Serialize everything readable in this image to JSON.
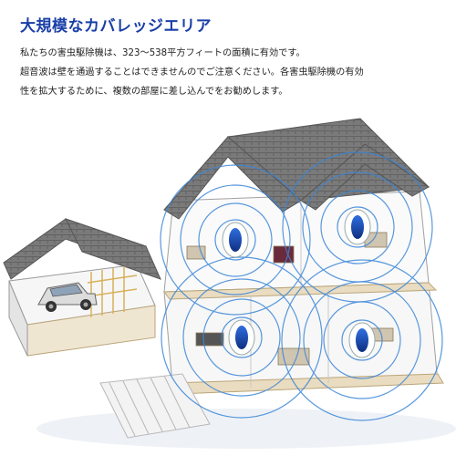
{
  "headline": "大規模なカバレッジエリア",
  "body_lines": [
    "私たちの害虫駆除機は、323〜538平方フィートの面積に有効です。",
    "超音波は壁を通過することはできませんのでご注意ください。各害虫駆除機の有効",
    "性を拡大するために、複数の部屋に差し込んでをお勧めします。"
  ],
  "colors": {
    "headline": "#1a3fa8",
    "wave": "#3b86d8",
    "device_body": "#ffffff",
    "device_panel": "#1d4fb5",
    "roof": "#6e6e6e",
    "wall": "#f4f4f4",
    "floor": "#e9dcc0",
    "accent_gold": "#d8b05a"
  },
  "icons": [
    "ultrasonic-repeller-device-icon",
    "sound-wave-ring-icon",
    "car-icon",
    "house-icon",
    "garage-icon"
  ]
}
